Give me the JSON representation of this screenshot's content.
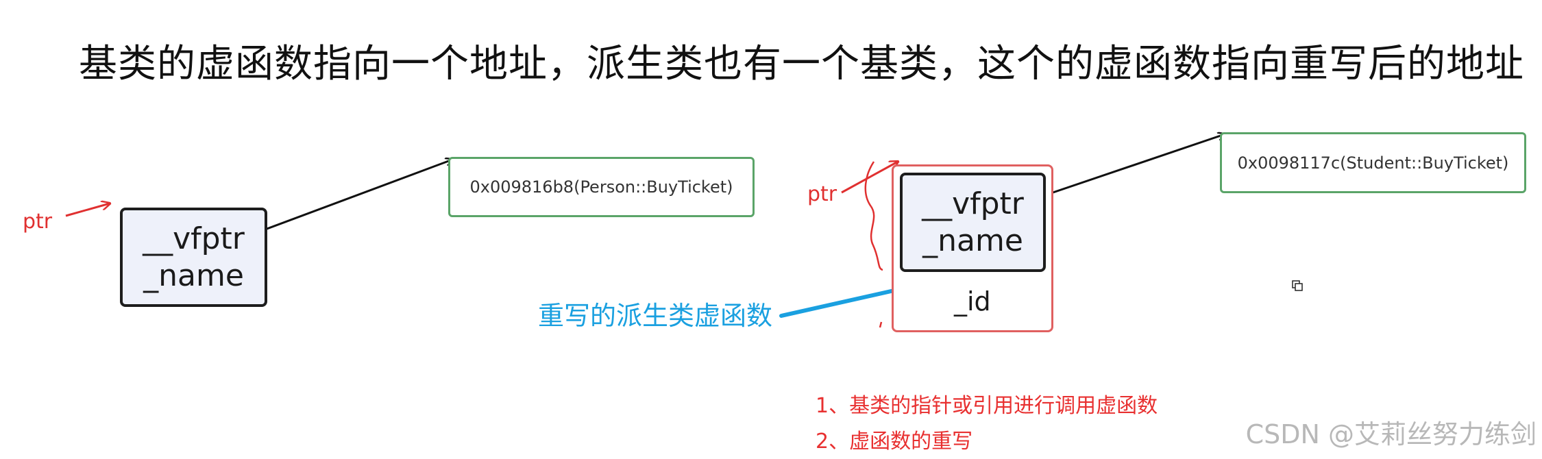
{
  "title": "基类的虚函数指向一个地址，派生类也有一个基类，这个的虚函数指向重写后的地址",
  "base": {
    "ptr_label": "ptr",
    "vfptr": "__vfptr",
    "name": "_name",
    "address": "0x009816b8(Person::BuyTicket)"
  },
  "derived": {
    "ptr_label": "ptr",
    "vfptr": "__vfptr",
    "name": "_name",
    "id": "_id",
    "address": "0x0098117c(Student::BuyTicket)",
    "override_label": "重写的派生类虚函数"
  },
  "notes": [
    "1、基类的指针或引用进行调用虚函数",
    "2、虚函数的重写"
  ],
  "watermark": "CSDN @艾莉丝努力练剑",
  "colors": {
    "object_fill": "#eef1fa",
    "address_border": "#5aa468",
    "derived_border": "#e06060",
    "pointer_red": "#e03030",
    "override_blue": "#1aa0e0"
  }
}
